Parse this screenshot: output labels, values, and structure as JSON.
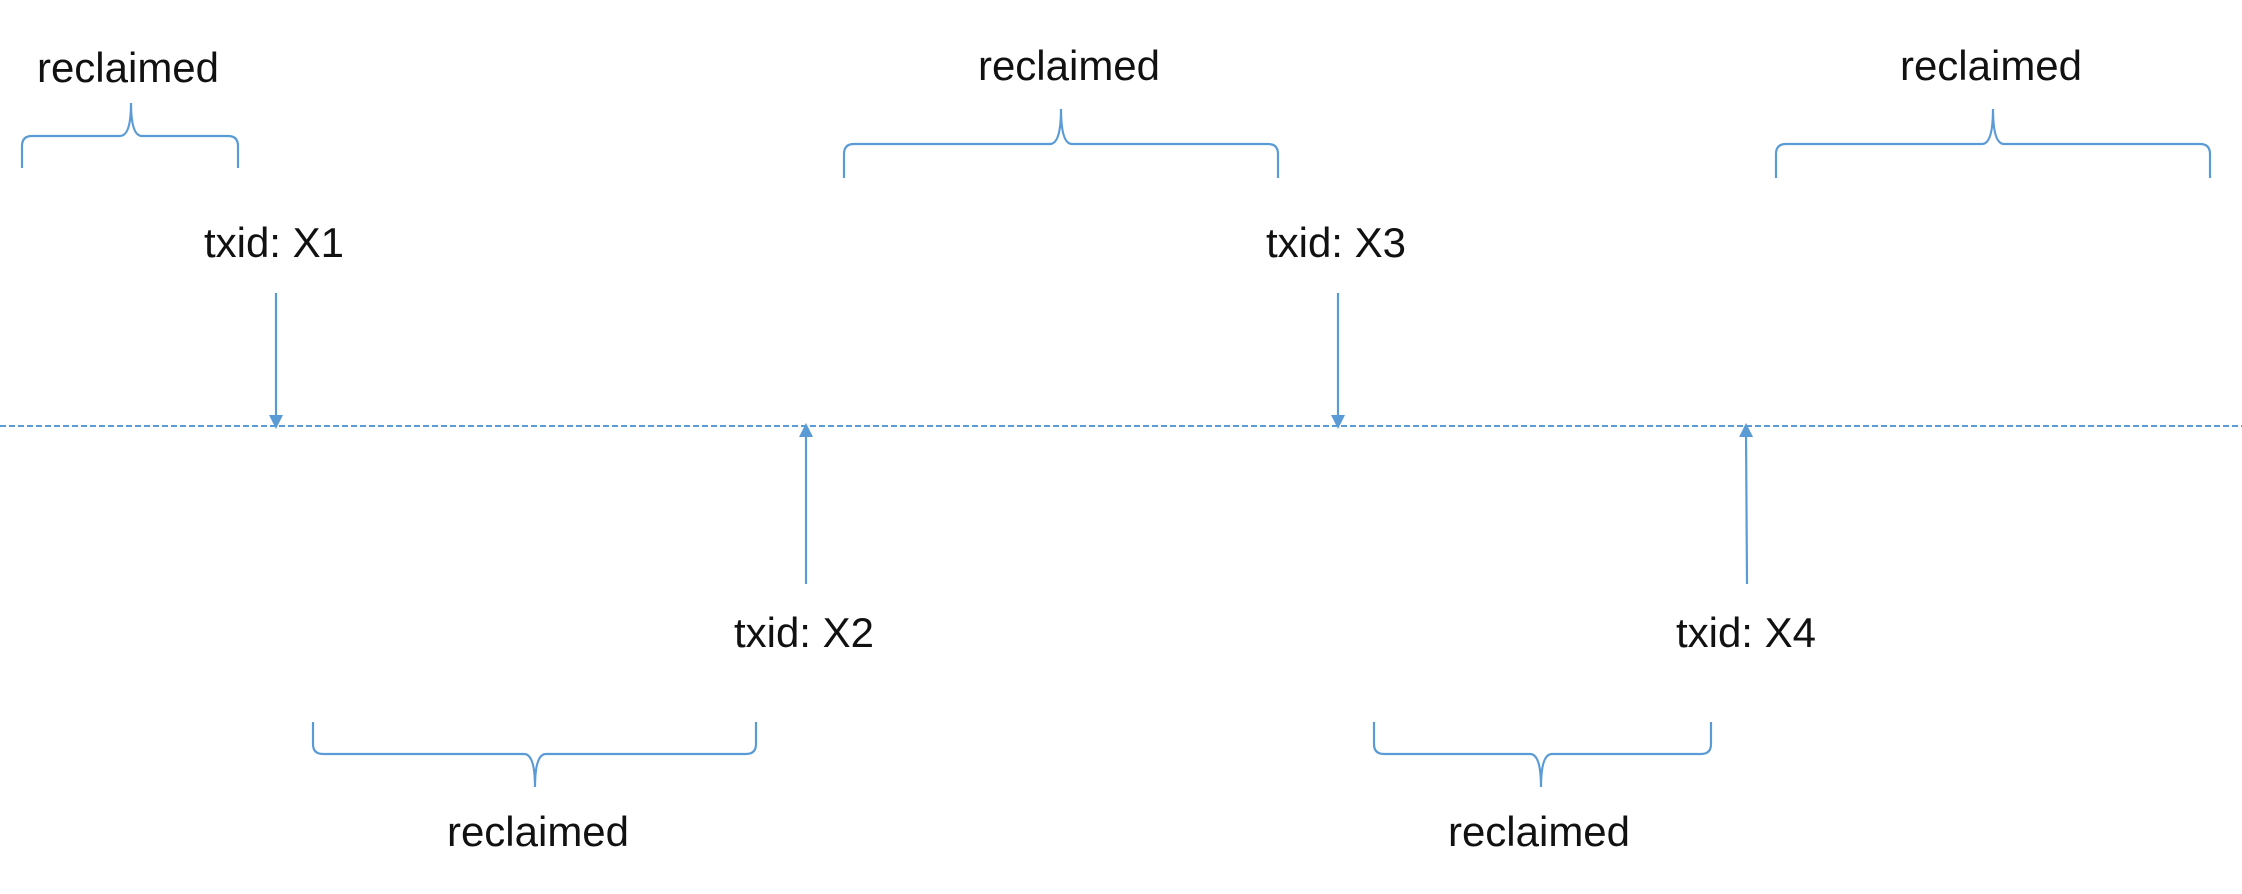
{
  "colors": {
    "line": "#5b9bd5",
    "text": "#111111",
    "background": "#ffffff"
  },
  "transactions": [
    {
      "id": "x1",
      "label": "txid: X1",
      "side": "above"
    },
    {
      "id": "x2",
      "label": "txid: X2",
      "side": "below"
    },
    {
      "id": "x3",
      "label": "txid: X3",
      "side": "above"
    },
    {
      "id": "x4",
      "label": "txid: X4",
      "side": "below"
    }
  ],
  "reclaimed_regions": [
    {
      "label": "reclaimed",
      "side": "above"
    },
    {
      "label": "reclaimed",
      "side": "below"
    },
    {
      "label": "reclaimed",
      "side": "above"
    },
    {
      "label": "reclaimed",
      "side": "below"
    },
    {
      "label": "reclaimed",
      "side": "above"
    }
  ]
}
